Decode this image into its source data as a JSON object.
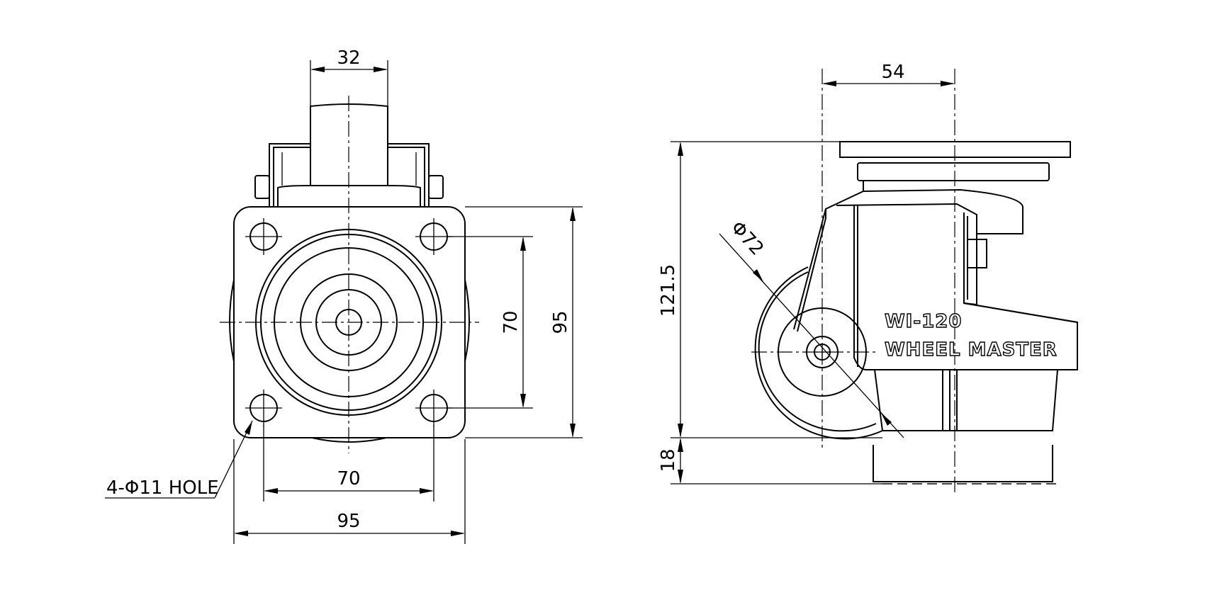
{
  "dimensions": {
    "top_width": "32",
    "hole_spacing_horizontal": "70",
    "plate_width": "95",
    "hole_spacing_vertical": "70",
    "plate_height": "95",
    "hole_callout": "4-Φ11 HOLE",
    "side_offset": "54",
    "total_height": "121.5",
    "adjust_height": "18",
    "wheel_diameter": "Φ72"
  },
  "product": {
    "model": "WI-120",
    "brand": "WHEEL MASTER"
  }
}
